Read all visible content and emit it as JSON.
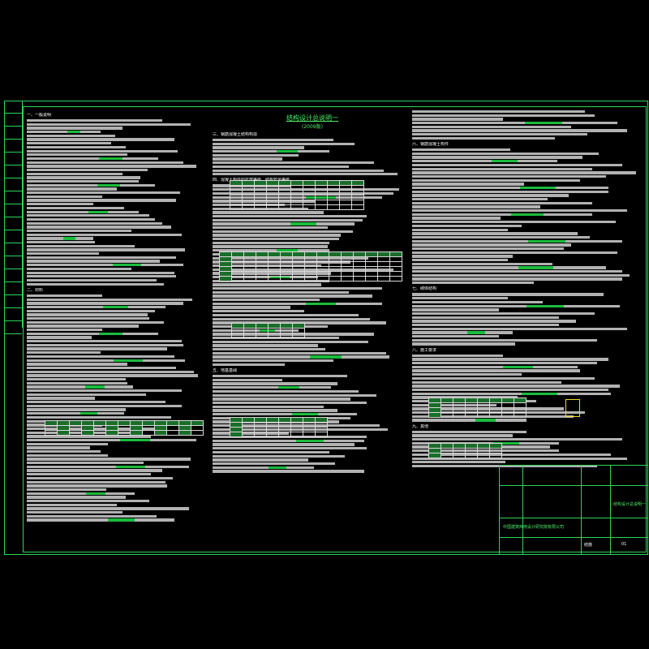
{
  "drawing": {
    "title": "结构设计总说明一",
    "subtitle": "(2009版)"
  },
  "sections": [
    {
      "num": "一、",
      "label": "一般说明"
    },
    {
      "num": "二、",
      "label": "材料"
    },
    {
      "num": "三、",
      "label": "钢筋混凝土结构构造"
    },
    {
      "num": "四、",
      "label": "混凝土构件的抗震等级、结构安全等级"
    },
    {
      "num": "五、",
      "label": "地基基础"
    },
    {
      "num": "六、",
      "label": "钢筋混凝土构件"
    },
    {
      "num": "七、",
      "label": "砌体结构"
    },
    {
      "num": "八、",
      "label": "施工要求"
    },
    {
      "num": "九、",
      "label": "其他"
    }
  ],
  "title_block": {
    "company": "中国建筑西南设计研究院有限公司",
    "drawing_name": "结构设计总说明一",
    "sheet_label": "结施",
    "sheet_no": "01"
  },
  "colors": {
    "frame": "#2fd35a",
    "highlight": "#22e64b",
    "text": "#d9d9d9",
    "detail": "#f0d830"
  }
}
